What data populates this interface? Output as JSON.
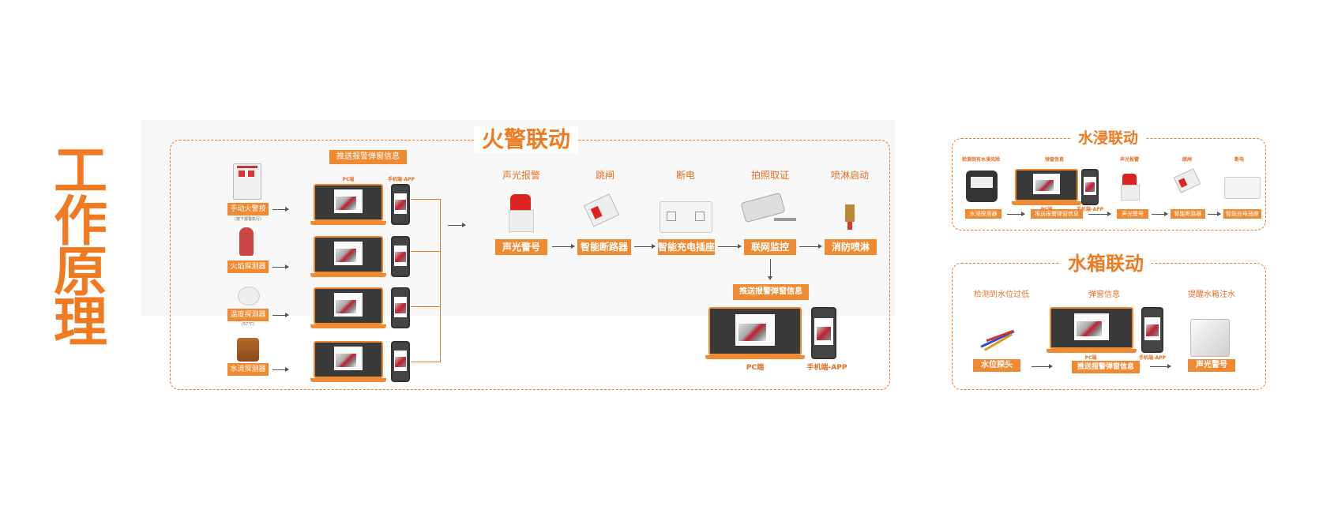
{
  "main_title": [
    "工",
    "作",
    "原",
    "理"
  ],
  "fire": {
    "title": "火警联动",
    "top_push": "推送报警弹窗信息",
    "pc_label": "PC端",
    "app_label": "手机端-APP",
    "inputs": [
      {
        "label": "手动火警按钮",
        "note": "(按下报警执行)"
      },
      {
        "label": "火焰探测器",
        "note": ""
      },
      {
        "label": "温度探测器",
        "note": "(57℃)"
      },
      {
        "label": "水流探测器",
        "note": ""
      }
    ],
    "actions": [
      {
        "head": "声光报警",
        "tag": "声光警号"
      },
      {
        "head": "跳闸",
        "tag": "智能断路器"
      },
      {
        "head": "断电",
        "tag": "智能充电插座"
      },
      {
        "head": "拍照取证",
        "tag": "联网监控"
      },
      {
        "head": "喷淋启动",
        "tag": "消防喷淋"
      }
    ],
    "bottom_push": "推送报警弹窗信息",
    "bottom_pc": "PC端",
    "bottom_app": "手机端-APP"
  },
  "flood": {
    "title": "水浸联动",
    "heads": [
      "检测到有水浸风险",
      "弹窗信息",
      "声光报警",
      "跳闸",
      "断电"
    ],
    "tags": [
      "水浸探测器",
      "推送报警弹窗信息",
      "声光警号",
      "智能断路器",
      "智能充电插座"
    ],
    "pc_label": "PC端",
    "app_label": "手机端-APP"
  },
  "tank": {
    "title": "水箱联动",
    "heads": [
      "检测到水位过低",
      "弹窗信息",
      "提醒水箱注水"
    ],
    "tags": [
      "水位探头",
      "推送报警弹窗信息",
      "声光警号"
    ],
    "pc_label": "PC端",
    "app_label": "手机端-APP"
  }
}
